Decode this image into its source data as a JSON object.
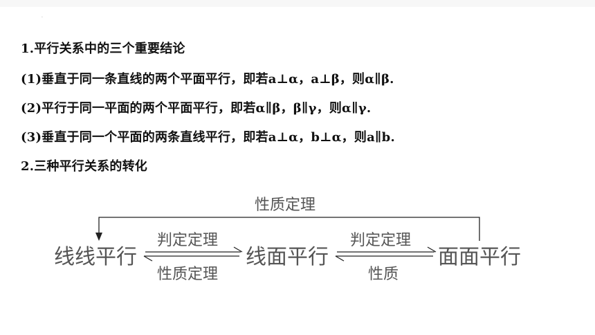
{
  "slide": {
    "top_mark": "·",
    "lines": [
      "1.平行关系中的三个重要结论",
      "(1)垂直于同一条直线的两个平面平行，即若a⊥α，a⊥β，则α∥β.",
      "(2)平行于同一平面的两个平面平行，即若α∥β，β∥γ，则α∥γ.",
      "(3)垂直于同一个平面的两条直线平行，即若a⊥α，b⊥α，则a∥b.",
      "2.三种平行关系的转化"
    ]
  },
  "diagram": {
    "nodes": [
      "线线平行",
      "线面平行",
      "面面平行"
    ],
    "top_label": "性质定理",
    "arrow1_forward": "判定定理",
    "arrow1_backward": "性质定理",
    "arrow2_forward": "判定定理",
    "arrow2_backward": "性质"
  }
}
